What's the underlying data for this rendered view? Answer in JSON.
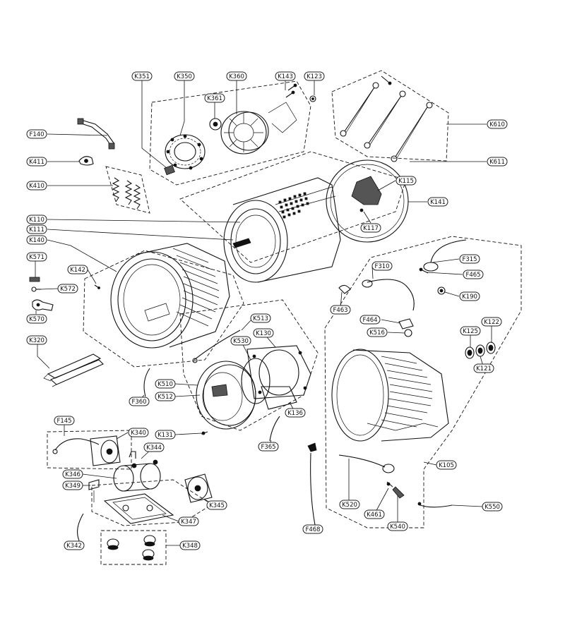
{
  "labels": [
    {
      "id": "K351",
      "text": "K351"
    },
    {
      "id": "K350",
      "text": "K350"
    },
    {
      "id": "K360",
      "text": "K360"
    },
    {
      "id": "K143",
      "text": "K143"
    },
    {
      "id": "K123",
      "text": "K123"
    },
    {
      "id": "K361",
      "text": "K361"
    },
    {
      "id": "F140",
      "text": "F140"
    },
    {
      "id": "K411",
      "text": "K411"
    },
    {
      "id": "K410",
      "text": "K410"
    },
    {
      "id": "K610",
      "text": "K610"
    },
    {
      "id": "K611",
      "text": "K611"
    },
    {
      "id": "K115",
      "text": "K115"
    },
    {
      "id": "K141",
      "text": "K141"
    },
    {
      "id": "K117",
      "text": "K117"
    },
    {
      "id": "K110",
      "text": "K110"
    },
    {
      "id": "K111",
      "text": "K111"
    },
    {
      "id": "K140",
      "text": "K140"
    },
    {
      "id": "K571",
      "text": "K571"
    },
    {
      "id": "K142",
      "text": "K142"
    },
    {
      "id": "K572",
      "text": "K572"
    },
    {
      "id": "K570",
      "text": "K570"
    },
    {
      "id": "F315",
      "text": "F315"
    },
    {
      "id": "F310",
      "text": "F310"
    },
    {
      "id": "F465",
      "text": "F465"
    },
    {
      "id": "K190",
      "text": "K190"
    },
    {
      "id": "F463",
      "text": "F463"
    },
    {
      "id": "F464",
      "text": "F464"
    },
    {
      "id": "K516",
      "text": "K516"
    },
    {
      "id": "K125",
      "text": "K125"
    },
    {
      "id": "K122",
      "text": "K122"
    },
    {
      "id": "K121",
      "text": "K121"
    },
    {
      "id": "K513",
      "text": "K513"
    },
    {
      "id": "K130",
      "text": "K130"
    },
    {
      "id": "K530",
      "text": "K530"
    },
    {
      "id": "K320",
      "text": "K320"
    },
    {
      "id": "K510",
      "text": "K510"
    },
    {
      "id": "K512",
      "text": "K512"
    },
    {
      "id": "F360",
      "text": "F360"
    },
    {
      "id": "K136",
      "text": "K136"
    },
    {
      "id": "F145",
      "text": "F145"
    },
    {
      "id": "K340",
      "text": "K340"
    },
    {
      "id": "K131",
      "text": "K131"
    },
    {
      "id": "K344",
      "text": "K344"
    },
    {
      "id": "F365",
      "text": "F365"
    },
    {
      "id": "K346",
      "text": "K346"
    },
    {
      "id": "K349",
      "text": "K349"
    },
    {
      "id": "K345",
      "text": "K345"
    },
    {
      "id": "K347",
      "text": "K347"
    },
    {
      "id": "K342",
      "text": "K342"
    },
    {
      "id": "K348",
      "text": "K348"
    },
    {
      "id": "K105",
      "text": "K105"
    },
    {
      "id": "K520",
      "text": "K520"
    },
    {
      "id": "K461",
      "text": "K461"
    },
    {
      "id": "K540",
      "text": "K540"
    },
    {
      "id": "K550",
      "text": "K550"
    },
    {
      "id": "F468",
      "text": "F468"
    }
  ]
}
